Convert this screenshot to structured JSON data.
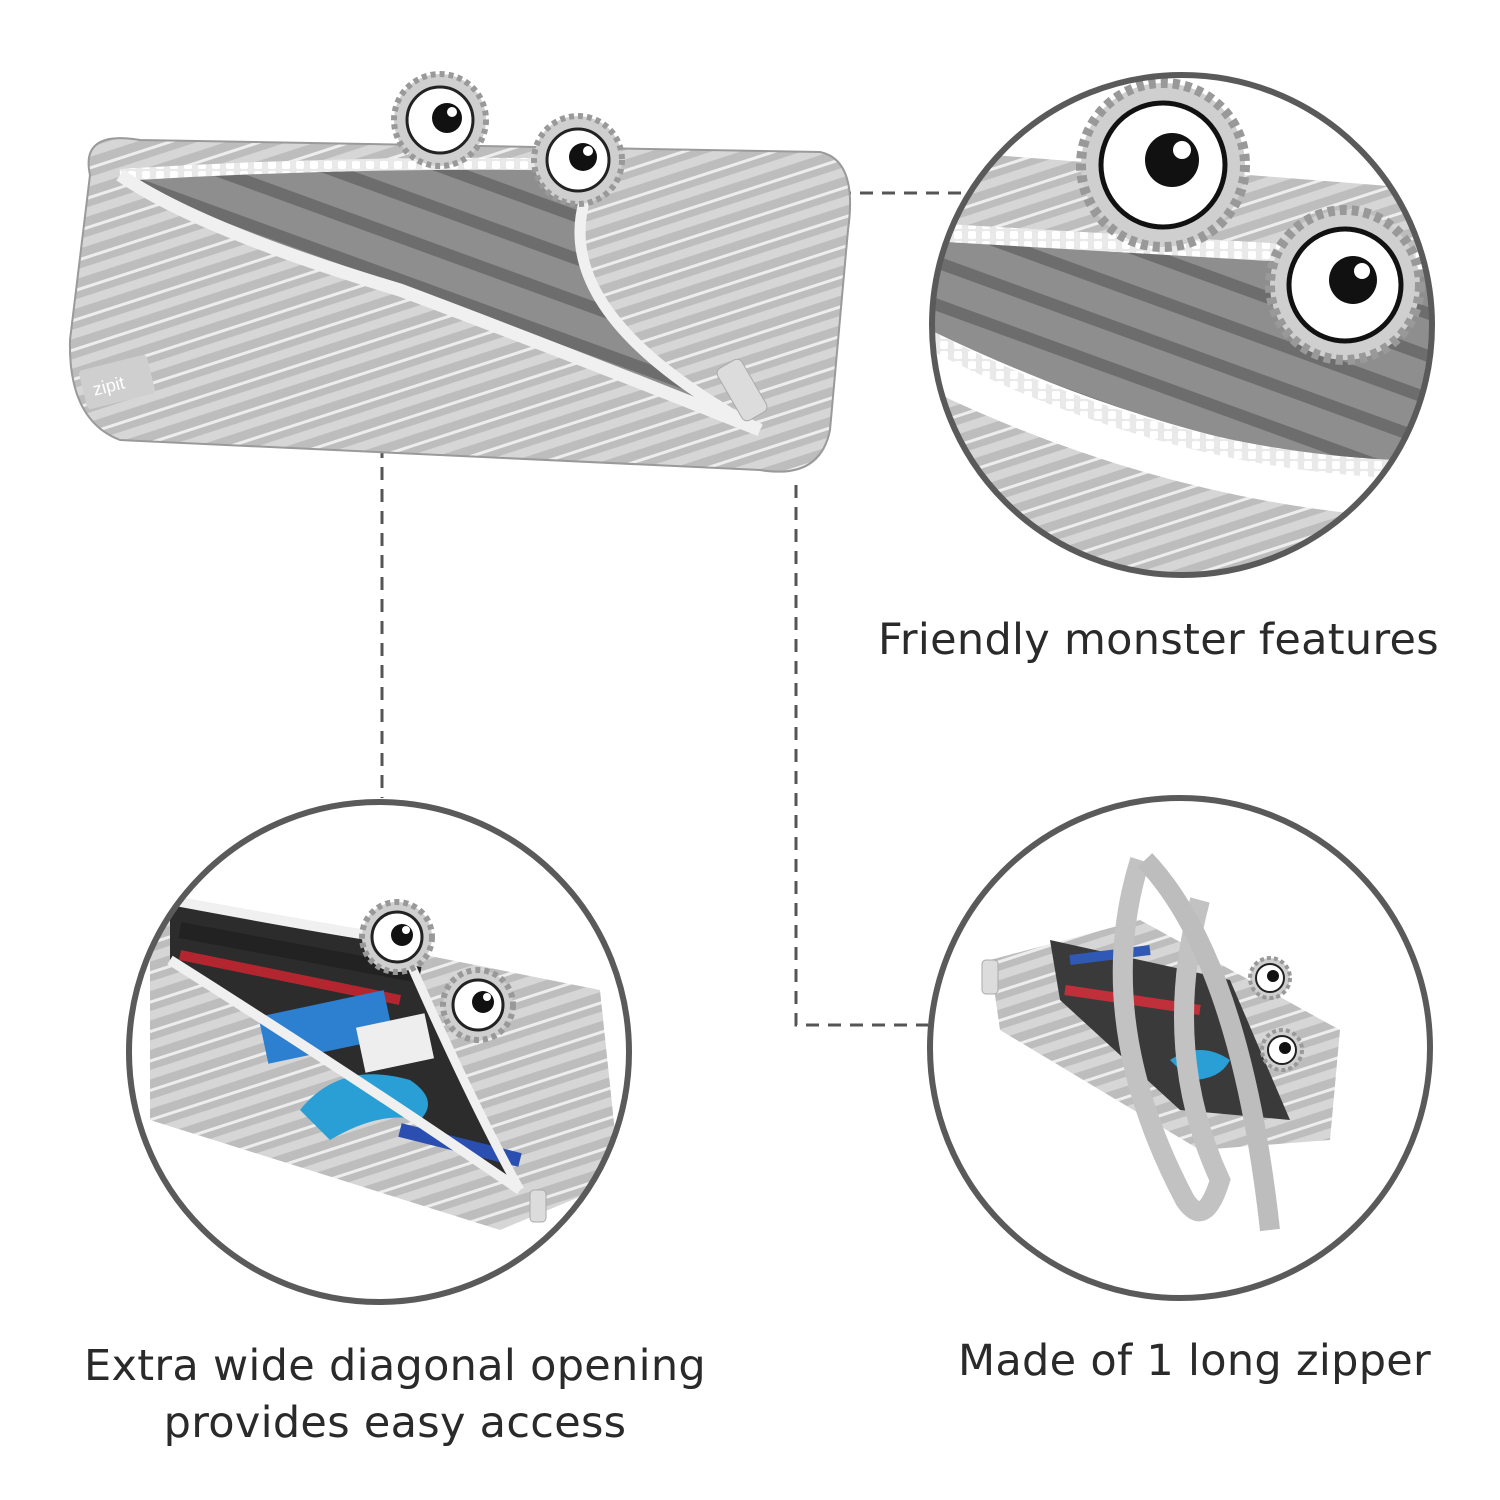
{
  "captions": {
    "top_right": "Friendly monster features",
    "bottom_right": "Made of 1 long zipper",
    "bottom_left_line1": "Extra wide diagonal opening",
    "bottom_left_line2": "provides easy access"
  },
  "brand_label": "zipit",
  "colors": {
    "fabric": "#b9b9b9",
    "fabric_dark": "#8f8f8f",
    "zipper_teeth": "#f4f4f4",
    "interior": "#8a8a8a",
    "circle_border": "#5a5a5a",
    "connector": "#555555"
  },
  "icons": [
    "googly-eye-icon",
    "zipper-pull-icon"
  ]
}
